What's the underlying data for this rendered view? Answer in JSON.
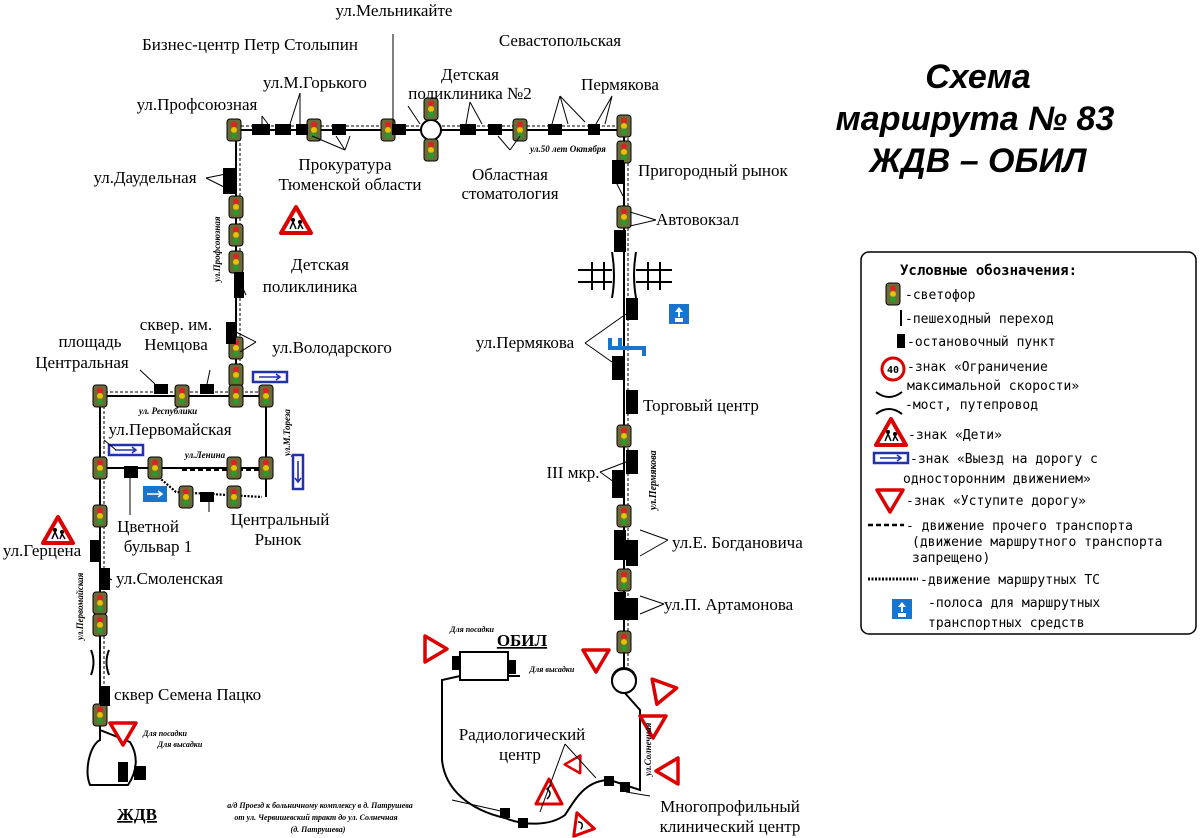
{
  "title": {
    "line1": "Схема",
    "line2": "маршрута № 83",
    "line3": "ЖДВ – ОБИЛ"
  },
  "legend": {
    "heading": "Условные обозначения:",
    "items": {
      "traffic_light": "-светофор",
      "crosswalk": "-пешеходный переход",
      "stop": "-остановочный пункт",
      "speed_limit_l1": "-знак «Ограничение",
      "speed_limit_l2": "максимальной скорости»",
      "speed_value": "40",
      "bridge": "-мост, путепровод",
      "children": "-знак «Дети»",
      "oneway_l1": "-знак «Выезд на дорогу с",
      "oneway_l2": "односторонним движением»",
      "yield": "-знак «Уступите дорогу»",
      "other_l1": "- движение прочего транспорта",
      "other_l2": "(движение маршрутного транспорта",
      "other_l3": "запрещено)",
      "route": "-движение маршрутных ТС",
      "bus_lane_l1": "-полоса для маршрутных",
      "bus_lane_l2": "транспортных средств"
    }
  },
  "labels": {
    "melnikayte": "ул.Мельникайте",
    "stolypin": "Бизнес-центр Петр Столыпин",
    "sevastopolskaya": "Севастопольская",
    "permyakova_top": "Пермякова",
    "gorkogo": "ул.М.Горького",
    "det_poliklinika2_l1": "Детская",
    "det_poliklinika2_l2": "поликлиника №2",
    "profsoyuznaya": "ул.Профсоюзная",
    "prokuratura_l1": "Прокуратура",
    "prokuratura_l2": "Тюменской области",
    "oblast_stomat_l1": "Областная",
    "oblast_stomat_l2": "стоматология",
    "ul50": "ул.50 лет Октября",
    "prigorodny": "Пригородный рынок",
    "daudelnaya": "ул.Даудельная",
    "avtovokzal": "Автовокзал",
    "profsoyuznaya_v": "ул.Профсоюзная",
    "det_poliklinika_l1": "Детская",
    "det_poliklinika_l2": "поликлиника",
    "permyakova_stop": "ул.Пермякова",
    "sq_central_l1": "площадь",
    "sq_central_l2": "Центральная",
    "nemtsova_l1": "сквер. им.",
    "nemtsova_l2": "Немцова",
    "volodarskogo": "ул.Володарского",
    "respubliki": "ул. Республики",
    "torgovy": "Торговый центр",
    "pervomayskaya": "ул.Первомайская",
    "toreza": "ул.М.Тореза",
    "lenina": "ул.Ленина",
    "iii_mkr": "III мкр.",
    "permyakova_v": "ул.Пермякова",
    "tsvetnoy_l1": "Цветной",
    "tsvetnoy_l2": "бульвар 1",
    "central_rynok_l1": "Центральный",
    "central_rynok_l2": "Рынок",
    "bogdanovicha": "ул.Е. Богдановича",
    "gertsena": "ул.Герцена",
    "smolenskaya": "ул.Смоленская",
    "pervomayskaya_v": "ул.Первомайская",
    "artamonova": "ул.П. Артамонова",
    "obil": "ОБИЛ",
    "dlya_posadki": "Для посадки",
    "dlya_vysadki": "Для высадки",
    "patsko": "сквер Семена Пацко",
    "radiolog_l1": "Радиологический",
    "radiolog_l2": "центр",
    "solnechnaya": "ул.Солнечная",
    "dlya_posadki_2": "Для посадки",
    "dlya_vysadki_2": "Для высадки",
    "zhdv": "ЖДВ",
    "proezd_l1": "а/д Проезд к больничному комплексу в д. Патрушева",
    "proezd_l2": "от ул. Червишевский тракт до ул. Солнечная",
    "proezd_l3": "(д. Патрушева)",
    "mnogoprof_l1": "Многопрофильный",
    "mnogoprof_l2": "клинический центр"
  }
}
